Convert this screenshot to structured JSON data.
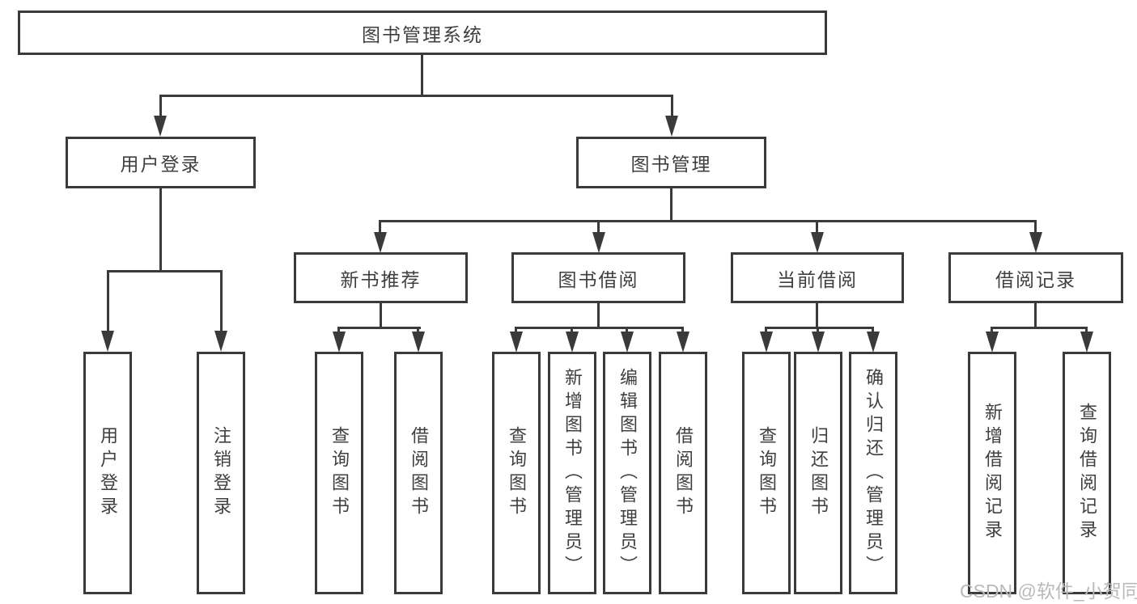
{
  "nodes": {
    "root": "图书管理系统",
    "userLogin": "用户登录",
    "bookMgmt": "图书管理",
    "newBooks": "新书推荐",
    "bookBorrow": "图书借阅",
    "currentBorrow": "当前借阅",
    "borrowRecords": "借阅记录"
  },
  "leaves": {
    "userLogin": [
      "用户登录",
      "注销登录"
    ],
    "newBooks": [
      "查询图书",
      "借阅图书"
    ],
    "bookBorrow": [
      "查询图书",
      "新增图书（管理员）",
      "编辑图书（管理员）",
      "借阅图书"
    ],
    "currentBorrow": [
      "查询图书",
      "归还图书",
      "确认归还（管理员）"
    ],
    "borrowRecords": [
      "新增借阅记录",
      "查询借阅记录"
    ]
  },
  "watermark": "CSDN @软件_小贺同学",
  "colors": {
    "line": "#3a3a3a",
    "text": "#3f3f3f",
    "watermark": "#b9b9b9",
    "background": "#ffffff"
  }
}
